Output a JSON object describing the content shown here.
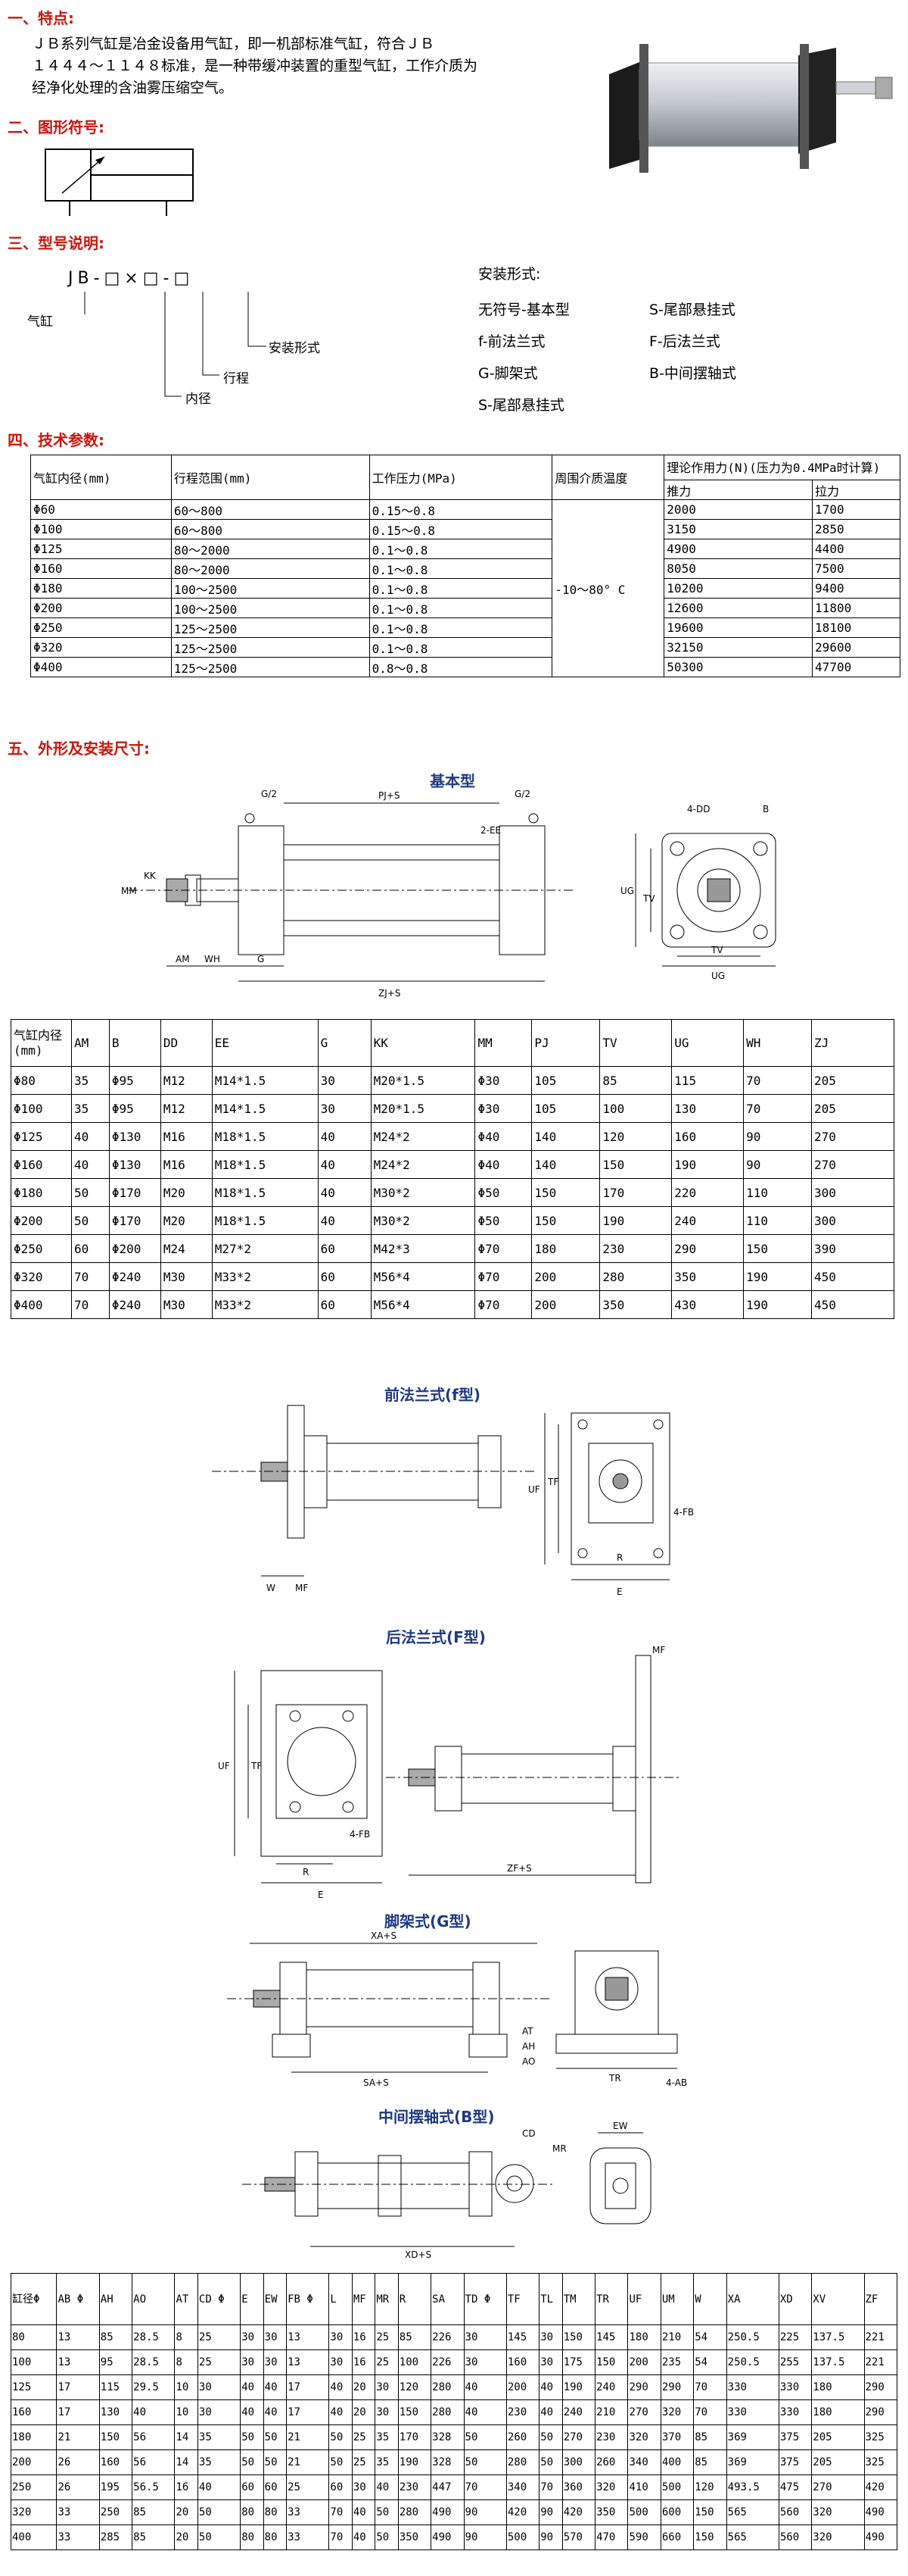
{
  "sections": {
    "features": "一、特点:",
    "symbol": "二、图形符号:",
    "model": "三、型号说明:",
    "tech": "四、技术参数:",
    "dims": "五、外形及安装尺寸:"
  },
  "features_text": [
    "ＪＢ系列气缸是冶金设备用气缸，即一机部标准气缸，符合ＪＢ",
    "１４４４～１１４８标准，是一种带缓冲装置的重型气缸，工作介质为",
    "经净化处理的含油雾压缩空气。"
  ],
  "model": {
    "code": "JB-□×□-□",
    "cylinder": "气缸",
    "bore": "内径",
    "stroke": "行程",
    "mount": "安装形式",
    "mount_title": "安装形式:",
    "options_left": [
      "无符号-基本型",
      "f-前法兰式",
      "G-脚架式",
      "S-尾部悬挂式"
    ],
    "options_right": [
      "S-尾部悬挂式",
      "F-后法兰式",
      "B-中间摆轴式"
    ]
  },
  "tech_table": {
    "headers": [
      "气缸内径(mm)",
      "行程范围(mm)",
      "工作压力(MPa)",
      "周围介质温度",
      "理论作用力(N)(压力为0.4MPa时计算)"
    ],
    "sub_headers": [
      "推力",
      "拉力"
    ],
    "temperature": "-10～80° C",
    "rows": [
      [
        "Φ60",
        "60～800",
        "0.15～0.8",
        "2000",
        "1700"
      ],
      [
        "Φ100",
        "60～800",
        "0.15～0.8",
        "3150",
        "2850"
      ],
      [
        "Φ125",
        "80～2000",
        "0.1～0.8",
        "4900",
        "4400"
      ],
      [
        "Φ160",
        "80～2000",
        "0.1～0.8",
        "8050",
        "7500"
      ],
      [
        "Φ180",
        "100～2500",
        "0.1～0.8",
        "10200",
        "9400"
      ],
      [
        "Φ200",
        "100～2500",
        "0.1～0.8",
        "12600",
        "11800"
      ],
      [
        "Φ250",
        "125～2500",
        "0.1～0.8",
        "19600",
        "18100"
      ],
      [
        "Φ320",
        "125～2500",
        "0.1～0.8",
        "32150",
        "29600"
      ],
      [
        "Φ400",
        "125～2500",
        "0.8～0.8",
        "50300",
        "47700"
      ]
    ]
  },
  "drawing_titles": {
    "basic": "基本型",
    "front_flange": "前法兰式(f型)",
    "rear_flange": "后法兰式(F型)",
    "foot": "脚架式(G型)",
    "trunnion": "中间摆轴式(B型)"
  },
  "drawing_labels": {
    "basic": [
      "G/2",
      "PJ+S",
      "G/2",
      "2-EE",
      "4-DD",
      "B",
      "KK",
      "MM",
      "AM",
      "WH",
      "G",
      "ZJ+S",
      "UG",
      "TV",
      "TV",
      "UG"
    ],
    "front": [
      "UF",
      "TF",
      "W",
      "MF",
      "4-FB",
      "R",
      "E"
    ],
    "rear": [
      "UF",
      "TF",
      "4-FB",
      "R",
      "E",
      "MF",
      "ZF+S"
    ],
    "foot": [
      "XA+S",
      "SA+S",
      "AT",
      "AH",
      "AO",
      "TR",
      "4-AB"
    ],
    "trunnion": [
      "CD",
      "MR",
      "EW",
      "XD+S"
    ]
  },
  "dim_table": {
    "headers": [
      "气缸内径(mm)",
      "AM",
      "B",
      "DD",
      "EE",
      "G",
      "KK",
      "MM",
      "PJ",
      "TV",
      "UG",
      "WH",
      "ZJ"
    ],
    "rows": [
      [
        "Φ80",
        "35",
        "Φ95",
        "M12",
        "M14*1.5",
        "30",
        "M20*1.5",
        "Φ30",
        "105",
        "85",
        "115",
        "70",
        "205"
      ],
      [
        "Φ100",
        "35",
        "Φ95",
        "M12",
        "M14*1.5",
        "30",
        "M20*1.5",
        "Φ30",
        "105",
        "100",
        "130",
        "70",
        "205"
      ],
      [
        "Φ125",
        "40",
        "Φ130",
        "M16",
        "M18*1.5",
        "40",
        "M24*2",
        "Φ40",
        "140",
        "120",
        "160",
        "90",
        "270"
      ],
      [
        "Φ160",
        "40",
        "Φ130",
        "M16",
        "M18*1.5",
        "40",
        "M24*2",
        "Φ40",
        "140",
        "150",
        "190",
        "90",
        "270"
      ],
      [
        "Φ180",
        "50",
        "Φ170",
        "M20",
        "M18*1.5",
        "40",
        "M30*2",
        "Φ50",
        "150",
        "170",
        "220",
        "110",
        "300"
      ],
      [
        "Φ200",
        "50",
        "Φ170",
        "M20",
        "M18*1.5",
        "40",
        "M30*2",
        "Φ50",
        "150",
        "190",
        "240",
        "110",
        "300"
      ],
      [
        "Φ250",
        "60",
        "Φ200",
        "M24",
        "M27*2",
        "60",
        "M42*3",
        "Φ70",
        "180",
        "230",
        "290",
        "150",
        "390"
      ],
      [
        "Φ320",
        "70",
        "Φ240",
        "M30",
        "M33*2",
        "60",
        "M56*4",
        "Φ70",
        "200",
        "280",
        "350",
        "190",
        "450"
      ],
      [
        "Φ400",
        "70",
        "Φ240",
        "M30",
        "M33*2",
        "60",
        "M56*4",
        "Φ70",
        "200",
        "350",
        "430",
        "190",
        "450"
      ]
    ]
  },
  "install_table": {
    "headers": [
      "缸径Φ",
      "AB Φ",
      "AH",
      "AO",
      "AT",
      "CD Φ",
      "E",
      "EW",
      "FB Φ",
      "L",
      "MF",
      "MR",
      "R",
      "SA",
      "TD Φ",
      "TF",
      "TL",
      "TM",
      "TR",
      "UF",
      "UM",
      "W",
      "XA",
      "XD",
      "XV",
      "ZF"
    ],
    "rows": [
      [
        "80",
        "13",
        "85",
        "28.5",
        "8",
        "25",
        "30",
        "30",
        "13",
        "30",
        "16",
        "25",
        "85",
        "226",
        "30",
        "145",
        "30",
        "150",
        "145",
        "180",
        "210",
        "54",
        "250.5",
        "225",
        "137.5",
        "221"
      ],
      [
        "100",
        "13",
        "95",
        "28.5",
        "8",
        "25",
        "30",
        "30",
        "13",
        "30",
        "16",
        "25",
        "100",
        "226",
        "30",
        "160",
        "30",
        "175",
        "150",
        "200",
        "235",
        "54",
        "250.5",
        "255",
        "137.5",
        "221"
      ],
      [
        "125",
        "17",
        "115",
        "29.5",
        "10",
        "30",
        "40",
        "40",
        "17",
        "40",
        "20",
        "30",
        "120",
        "280",
        "40",
        "200",
        "40",
        "190",
        "240",
        "290",
        "290",
        "70",
        "330",
        "330",
        "180",
        "290"
      ],
      [
        "160",
        "17",
        "130",
        "40",
        "10",
        "30",
        "40",
        "40",
        "17",
        "40",
        "20",
        "30",
        "150",
        "280",
        "40",
        "230",
        "40",
        "240",
        "210",
        "270",
        "320",
        "70",
        "330",
        "330",
        "180",
        "290"
      ],
      [
        "180",
        "21",
        "150",
        "56",
        "14",
        "35",
        "50",
        "50",
        "21",
        "50",
        "25",
        "35",
        "170",
        "328",
        "50",
        "260",
        "50",
        "270",
        "230",
        "320",
        "370",
        "85",
        "369",
        "375",
        "205",
        "325"
      ],
      [
        "200",
        "26",
        "160",
        "56",
        "14",
        "35",
        "50",
        "50",
        "21",
        "50",
        "25",
        "35",
        "190",
        "328",
        "50",
        "280",
        "50",
        "300",
        "260",
        "340",
        "400",
        "85",
        "369",
        "375",
        "205",
        "325"
      ],
      [
        "250",
        "26",
        "195",
        "56.5",
        "16",
        "40",
        "60",
        "60",
        "25",
        "60",
        "30",
        "40",
        "230",
        "447",
        "70",
        "340",
        "70",
        "360",
        "320",
        "410",
        "500",
        "120",
        "493.5",
        "475",
        "270",
        "420"
      ],
      [
        "320",
        "33",
        "250",
        "85",
        "20",
        "50",
        "80",
        "80",
        "33",
        "70",
        "40",
        "50",
        "280",
        "490",
        "90",
        "420",
        "90",
        "420",
        "350",
        "500",
        "600",
        "150",
        "565",
        "560",
        "320",
        "490"
      ],
      [
        "400",
        "33",
        "285",
        "85",
        "20",
        "50",
        "80",
        "80",
        "33",
        "70",
        "40",
        "50",
        "350",
        "490",
        "90",
        "500",
        "90",
        "570",
        "470",
        "590",
        "660",
        "150",
        "565",
        "560",
        "320",
        "490"
      ]
    ]
  },
  "colors": {
    "section": "#c8160c",
    "drawing_title": "#1e3a80",
    "cylinder": "#b9bec4"
  }
}
